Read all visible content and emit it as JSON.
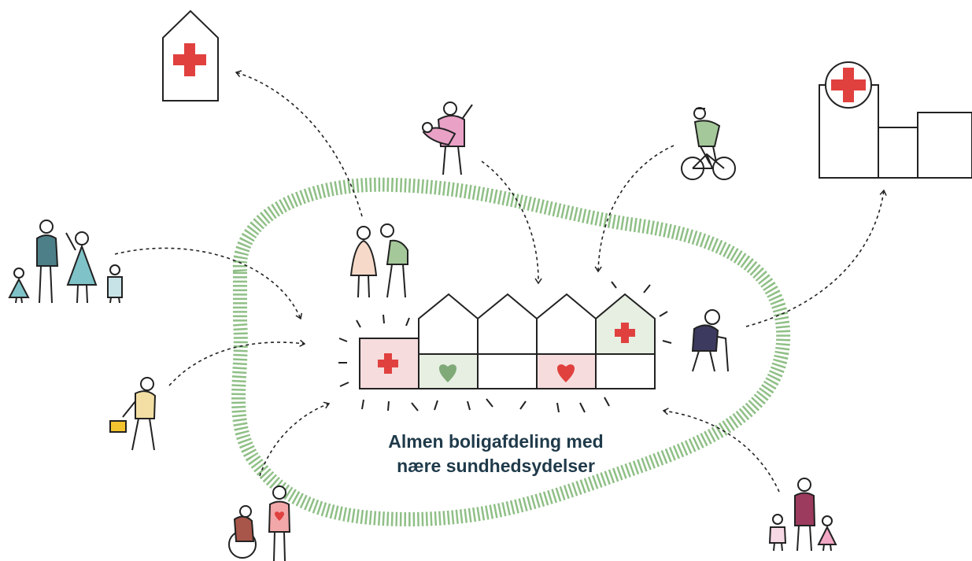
{
  "caption": {
    "line1": "Almen boligafdeling med",
    "line2": "nære sundhedsydelser"
  },
  "colors": {
    "outline": "#222222",
    "cross_red": "#e0413f",
    "pink_fill": "#f6dcdd",
    "green_fill": "#e6efe2",
    "heart_green": "#7faa78",
    "heart_red": "#e0413f",
    "ring_green": "#8fbf86",
    "caption": "#1f3a4a"
  },
  "icons": [
    "small-clinic-icon",
    "hospital-icon",
    "housing-block-icon",
    "cross-icon",
    "heart-icon",
    "person-icon",
    "bicycle-icon",
    "wheelchair-icon",
    "dashed-arrow"
  ]
}
